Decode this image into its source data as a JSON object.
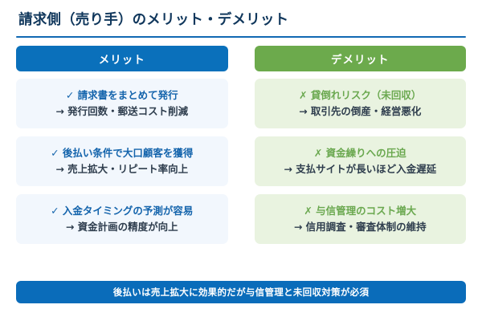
{
  "header": {
    "title": "請求側（売り手）のメリット・デメリット"
  },
  "columns": {
    "merit_label": "メリット",
    "demerit_label": "デメリット"
  },
  "colors": {
    "title": "#10375c",
    "rule": "#1068b3",
    "merit_header_bg": "#0a70bb",
    "demerit_header_bg": "#6caa4c",
    "merit_card_bg": "#f2f7fd",
    "demerit_card_bg": "#e9f3e0",
    "merit_text": "#1464ac",
    "demerit_text": "#6aa84f",
    "detail_text": "#2e3d4d",
    "footer_bg": "#0a6cba"
  },
  "rows": [
    {
      "merit": {
        "head": "✓ 請求書をまとめて発行",
        "sub": "→ 発行回数・郵送コスト削減"
      },
      "demerit": {
        "head": "✗ 貸倒れリスク（未回収）",
        "sub": "→ 取引先の倒産・経営悪化"
      }
    },
    {
      "merit": {
        "head": "✓ 後払い条件で大口顧客を獲得",
        "sub": "→ 売上拡大・リピート率向上"
      },
      "demerit": {
        "head": "✗ 資金繰りへの圧迫",
        "sub": "→ 支払サイトが長いほど入金遅延"
      }
    },
    {
      "merit": {
        "head": "✓ 入金タイミングの予測が容易",
        "sub": "→ 資金計画の精度が向上"
      },
      "demerit": {
        "head": "✗ 与信管理のコスト増大",
        "sub": "→ 信用調査・審査体制の維持"
      }
    }
  ],
  "footer": {
    "summary": "後払いは売上拡大に効果的だが与信管理と未回収対策が必須"
  }
}
